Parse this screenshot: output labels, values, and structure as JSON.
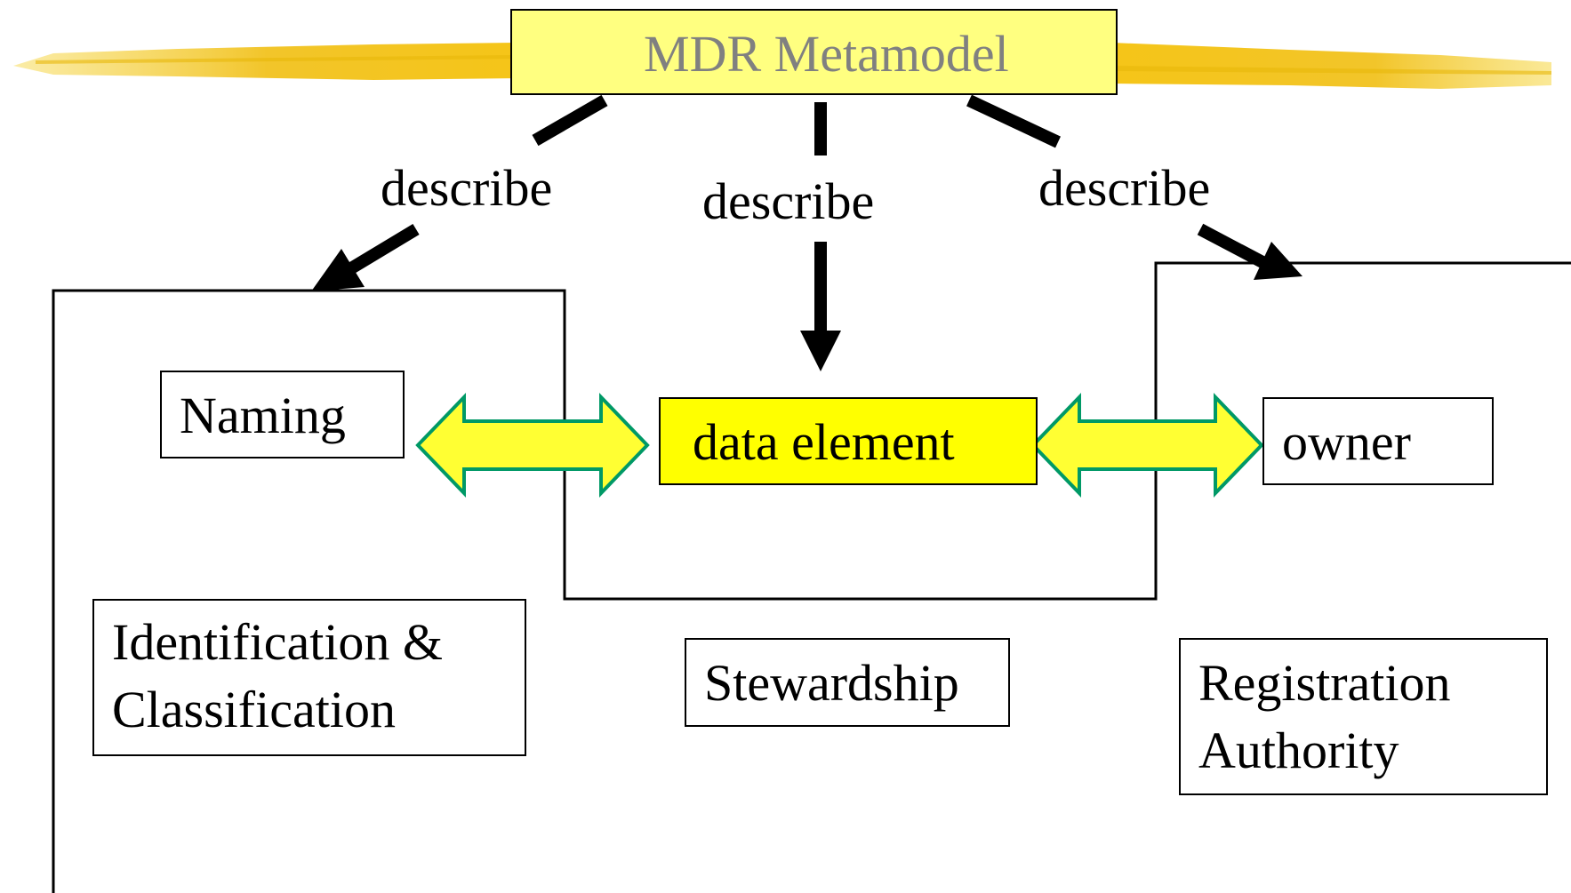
{
  "title": "MDR Metamodel",
  "edges": {
    "left": "describe",
    "center": "describe",
    "right": "describe"
  },
  "nodes": {
    "naming": "Naming",
    "data_element": "data element",
    "owner": "owner",
    "identification_line1": "Identification &",
    "identification_line2": "Classification",
    "stewardship": "Stewardship",
    "registration_line1": "Registration",
    "registration_line2": "Authority"
  },
  "colors": {
    "title_fill": "#ffff80",
    "title_text": "#808080",
    "data_element_fill": "#ffff00",
    "arrow_fill": "#ffff33",
    "arrow_stroke": "#009966",
    "brush_stroke": "#f5c518"
  }
}
